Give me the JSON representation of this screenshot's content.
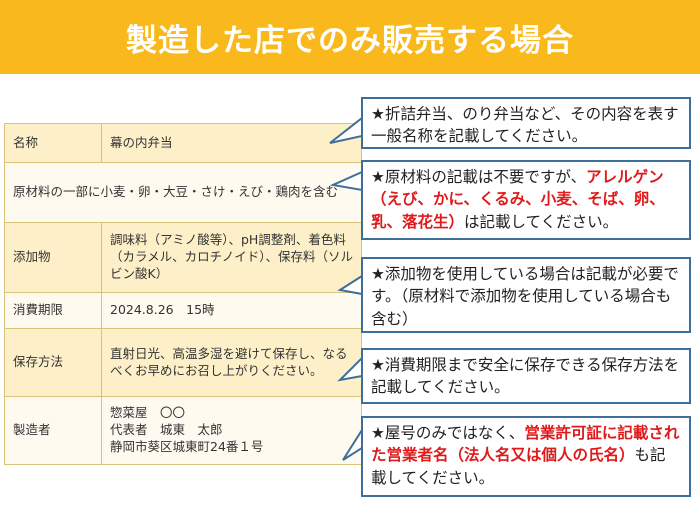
{
  "title": "製造した店でのみ販売する場合",
  "table": {
    "rows": [
      {
        "label": "名称",
        "value": "幕の内弁当"
      },
      {
        "full": "原材料の一部に小麦・卵・大豆・さけ・えび・鶏肉を含む"
      },
      {
        "label": "添加物",
        "value": "調味料（アミノ酸等）、pH調整剤、着色料（カラメル、カロチノイド）、保存料（ソルビン酸K）"
      },
      {
        "label": "消費期限",
        "value": "2024.8.26　15時"
      },
      {
        "label": "保存方法",
        "value": "直射日光、高温多湿を避けて保存し、なるべくお早めにお召し上がりください。"
      },
      {
        "label": "製造者",
        "value_lines": [
          "惣菜屋　〇〇",
          "代表者　城東　太郎",
          "静岡市葵区城東町24番１号"
        ]
      }
    ]
  },
  "notes": {
    "name": "★折詰弁当、のり弁当など、その内容を表す一般名称を記載してください。",
    "ingredients": {
      "before": "★原材料の記載は不要ですが、",
      "highlight": "アレルゲン（えび、かに、くるみ、小麦、そば、卵、乳、落花生）",
      "after": "は記載してください。"
    },
    "additives": "★添加物を使用している場合は記載が必要です。（原材料で添加物を使用している場合も含む）",
    "expiry": "★消費期限まで安全に保存できる保存方法を記載してください。",
    "manufacturer": {
      "before": "★屋号のみではなく、",
      "highlight": "営業許可証に記載された営業者名（法人名又は個人の氏名）",
      "after": "も記載してください。"
    }
  },
  "colors": {
    "banner": "#f9b81c",
    "highlight": "#e0191a",
    "callout_border": "#3e6e9a"
  }
}
